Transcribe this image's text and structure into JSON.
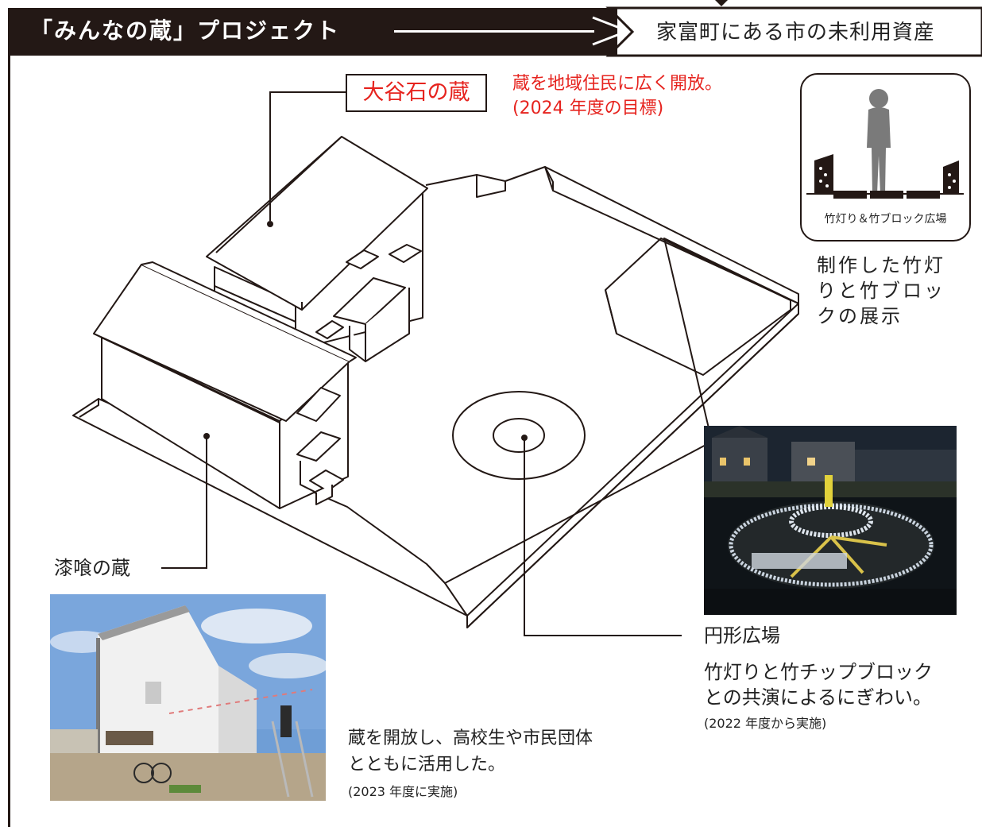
{
  "header": {
    "title": "「みんなの蔵」プロジェクト",
    "subtitle": "家富町にある市の未利用資産"
  },
  "ooya": {
    "label": "大谷石の蔵",
    "goal_line1": "蔵を地域住民に広く開放。",
    "goal_line2": "(2024 年度の目標)"
  },
  "bamboo": {
    "icon_caption": "竹灯り＆竹ブロック広場",
    "desc_line1": "制作した竹灯",
    "desc_line2": "りと竹ブロッ",
    "desc_line3": "クの展示"
  },
  "shikkui": {
    "label": "漆喰の蔵",
    "desc_line1": "蔵を開放し、高校生や市民団体",
    "desc_line2": "とともに活用した。",
    "desc_note": "(2023 年度に実施)"
  },
  "plaza": {
    "label": "円形広場",
    "desc_line1": "竹灯りと竹チップブロック",
    "desc_line2": "との共演によるにぎわい。",
    "desc_note": "(2022 年度から実施)"
  }
}
